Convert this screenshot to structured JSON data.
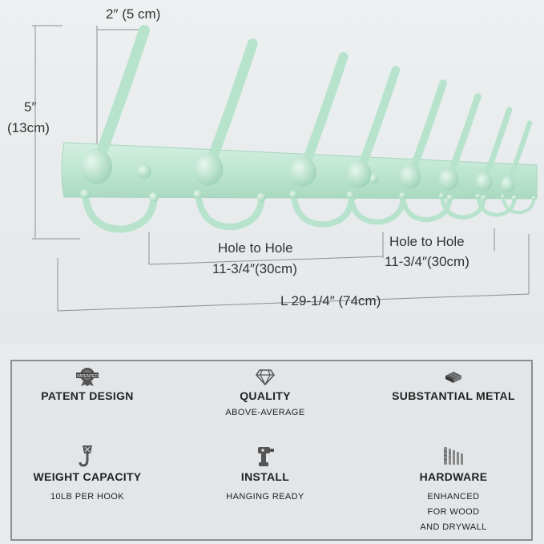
{
  "dimensions": {
    "hook_width": "2″ (5 cm)",
    "height_inch": "5″",
    "height_cm": "(13cm)",
    "hole_label_1": "Hole to Hole",
    "hole_value_1": "11-3/4″(30cm)",
    "hole_label_2": "Hole to Hole",
    "hole_value_2": "11-3/4″(30cm)",
    "length": "L 29-1/4″ (74cm)"
  },
  "product": {
    "color": "#b7e3cd",
    "hook_count": 8
  },
  "features": [
    {
      "icon": "patent-badge-icon",
      "title": "PATENT DESIGN",
      "subtitle": "",
      "badge_text": "PATENTED"
    },
    {
      "icon": "diamond-icon",
      "title": "QUALITY",
      "subtitle": "ABOVE-AVERAGE"
    },
    {
      "icon": "metal-bars-icon",
      "title": "SUBSTANTIAL METAL",
      "subtitle": ""
    },
    {
      "icon": "crane-hook-icon",
      "title": "WEIGHT CAPACITY",
      "subtitle": "10LB PER HOOK"
    },
    {
      "icon": "drill-icon",
      "title": "INSTALL",
      "subtitle": "HANGING READY"
    },
    {
      "icon": "screws-anchors-icon",
      "title": "HARDWARE",
      "subtitle_lines": [
        "ENHANCED",
        "FOR WOOD",
        "AND DRYWALL"
      ]
    }
  ]
}
